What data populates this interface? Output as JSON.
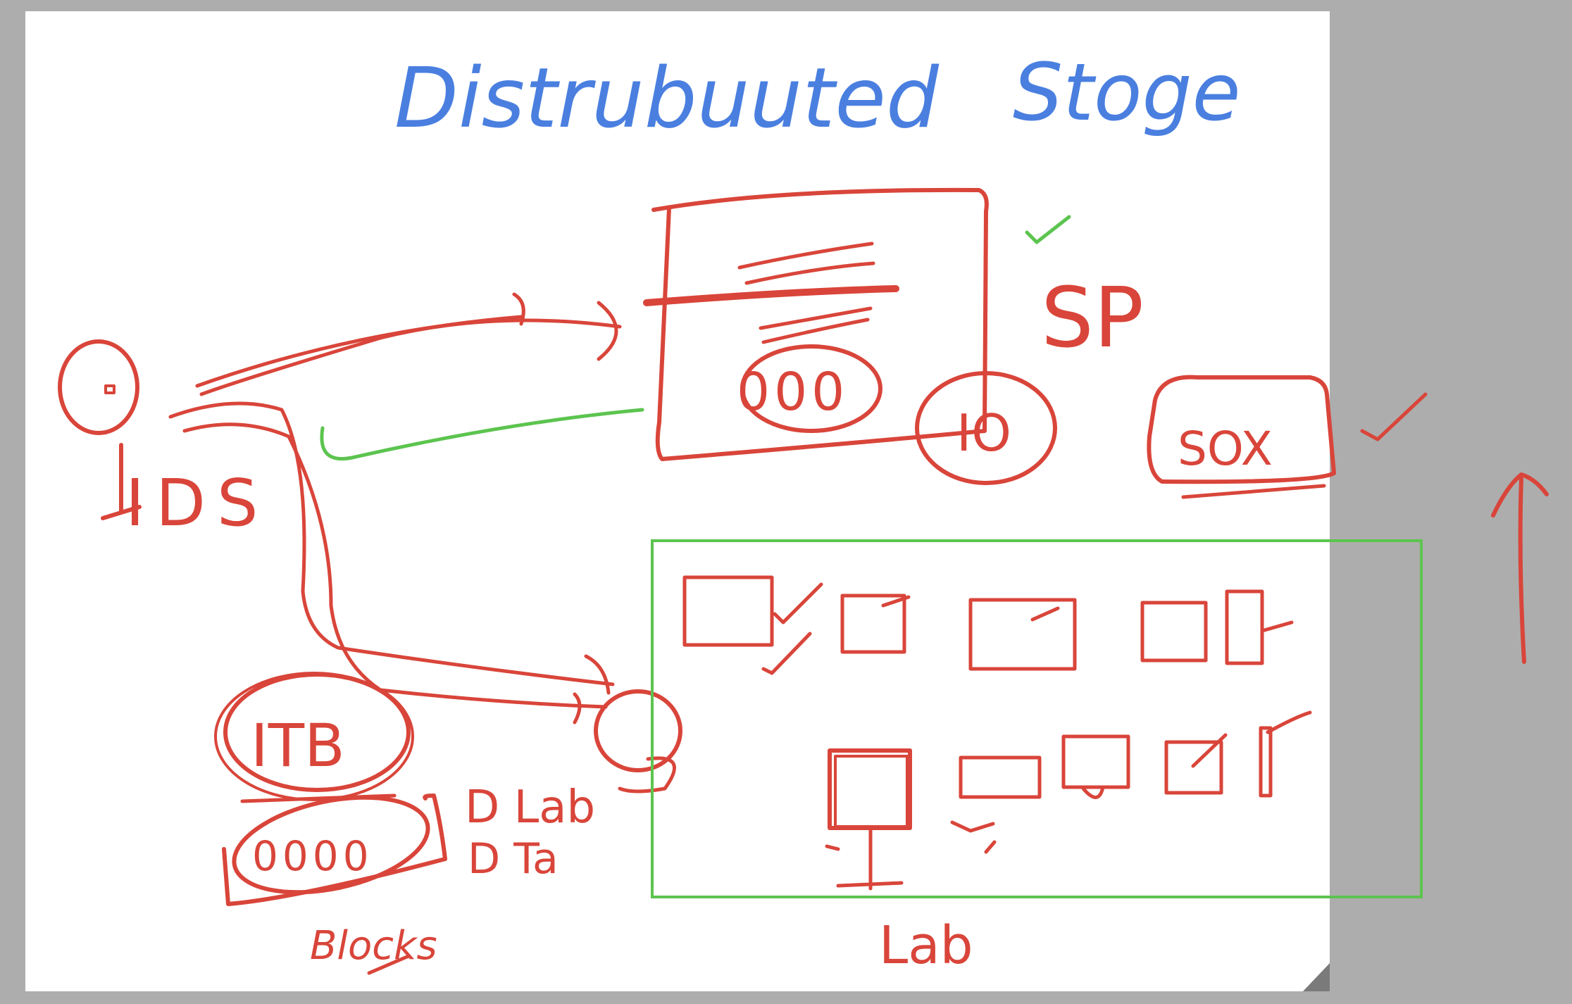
{
  "board": {
    "title_left": "Distrubuuted",
    "title_right": "Stoge",
    "colors": {
      "background": "#adadad",
      "page": "#ffffff",
      "title_ink": "#4a7fe0",
      "main_ink": "#d9453a",
      "accent_ink": "#5cc44f"
    }
  },
  "labels": {
    "ids": "IDS",
    "sp": "SP",
    "sox": "SOX",
    "io": "IO",
    "itb": "ITB",
    "blocks": "Blocks",
    "lab_note_1": "D Lab",
    "lab_note_2": "D Ta",
    "lab": "Lab",
    "circles_top": "000",
    "circles_bottom": "0000"
  }
}
